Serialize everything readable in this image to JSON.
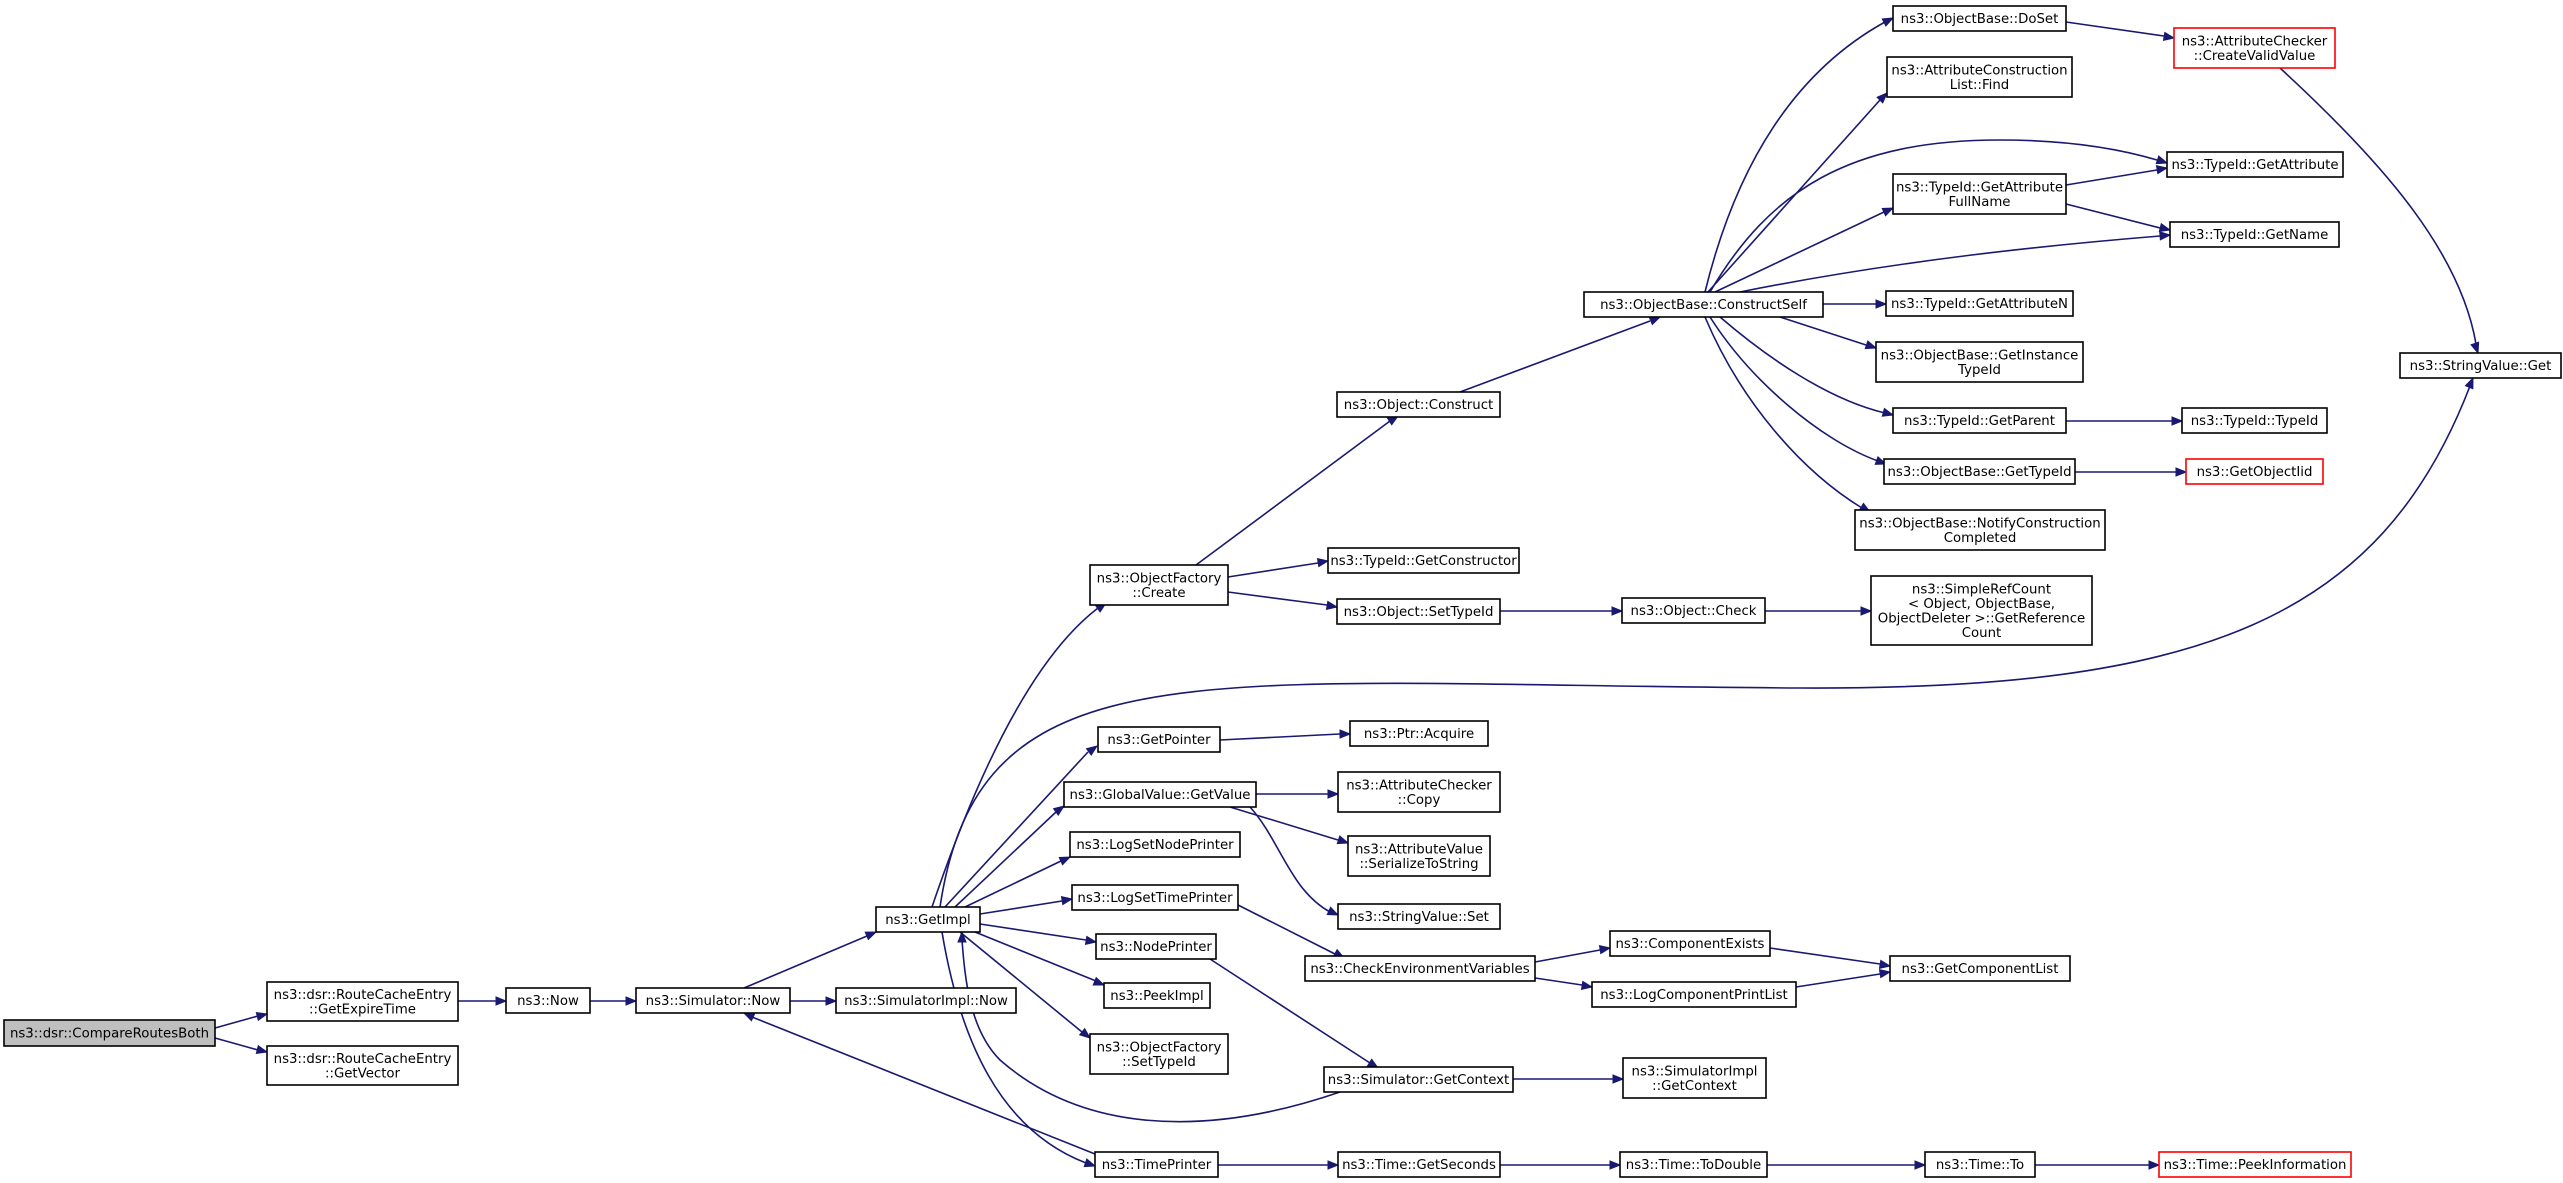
{
  "graph": {
    "root": "root",
    "colors": {
      "edge": "#191970",
      "box_border": "#000000",
      "incomplete_border": "#ff0000",
      "root_fill": "#bfbfbf",
      "background": "#ffffff"
    },
    "nodes": [
      {
        "id": "root",
        "lines": [
          "ns3::dsr::CompareRoutesBoth"
        ]
      },
      {
        "id": "getexpire",
        "lines": [
          "ns3::dsr::RouteCacheEntry",
          "::GetExpireTime"
        ]
      },
      {
        "id": "getvector",
        "lines": [
          "ns3::dsr::RouteCacheEntry",
          "::GetVector"
        ]
      },
      {
        "id": "now",
        "lines": [
          "ns3::Now"
        ]
      },
      {
        "id": "simnow",
        "lines": [
          "ns3::Simulator::Now"
        ]
      },
      {
        "id": "simimplnow",
        "lines": [
          "ns3::SimulatorImpl::Now"
        ]
      },
      {
        "id": "getimpl",
        "lines": [
          "ns3::GetImpl"
        ]
      },
      {
        "id": "objfactorycreate",
        "lines": [
          "ns3::ObjectFactory",
          "::Create"
        ]
      },
      {
        "id": "getpointer",
        "lines": [
          "ns3::GetPointer"
        ]
      },
      {
        "id": "globalgetvalue",
        "lines": [
          "ns3::GlobalValue::GetValue"
        ]
      },
      {
        "id": "logsetnode",
        "lines": [
          "ns3::LogSetNodePrinter"
        ]
      },
      {
        "id": "logsettime",
        "lines": [
          "ns3::LogSetTimePrinter"
        ]
      },
      {
        "id": "nodeprinter",
        "lines": [
          "ns3::NodePrinter"
        ]
      },
      {
        "id": "peekimpl",
        "lines": [
          "ns3::PeekImpl"
        ]
      },
      {
        "id": "objfactorysettypeid",
        "lines": [
          "ns3::ObjectFactory",
          "::SetTypeId"
        ]
      },
      {
        "id": "timeprinter",
        "lines": [
          "ns3::TimePrinter"
        ]
      },
      {
        "id": "objconstruct",
        "lines": [
          "ns3::Object::Construct"
        ]
      },
      {
        "id": "typeidgetconstructor",
        "lines": [
          "ns3::TypeId::GetConstructor"
        ]
      },
      {
        "id": "objsettypeid",
        "lines": [
          "ns3::Object::SetTypeId"
        ]
      },
      {
        "id": "ptracquire",
        "lines": [
          "ns3::Ptr::Acquire"
        ]
      },
      {
        "id": "attrcheckercopy",
        "lines": [
          "ns3::AttributeChecker",
          "::Copy"
        ]
      },
      {
        "id": "attrvalueserialize",
        "lines": [
          "ns3::AttributeValue",
          "::SerializeToString"
        ]
      },
      {
        "id": "stringvalueset",
        "lines": [
          "ns3::StringValue::Set"
        ]
      },
      {
        "id": "checkenv",
        "lines": [
          "ns3::CheckEnvironmentVariables"
        ]
      },
      {
        "id": "simgetcontext",
        "lines": [
          "ns3::Simulator::GetContext"
        ]
      },
      {
        "id": "timegetseconds",
        "lines": [
          "ns3::Time::GetSeconds"
        ]
      },
      {
        "id": "constructself",
        "lines": [
          "ns3::ObjectBase::ConstructSelf"
        ]
      },
      {
        "id": "objcheck",
        "lines": [
          "ns3::Object::Check"
        ]
      },
      {
        "id": "componentexists",
        "lines": [
          "ns3::ComponentExists"
        ]
      },
      {
        "id": "logcompprintlist",
        "lines": [
          "ns3::LogComponentPrintList"
        ]
      },
      {
        "id": "simimplgetcontext",
        "lines": [
          "ns3::SimulatorImpl",
          "::GetContext"
        ]
      },
      {
        "id": "timetodouble",
        "lines": [
          "ns3::Time::ToDouble"
        ]
      },
      {
        "id": "doset",
        "lines": [
          "ns3::ObjectBase::DoSet"
        ]
      },
      {
        "id": "attrconstructfind",
        "lines": [
          "ns3::AttributeConstruction",
          "List::Find"
        ]
      },
      {
        "id": "getattrfullname",
        "lines": [
          "ns3::TypeId::GetAttribute",
          "FullName"
        ]
      },
      {
        "id": "getattributen",
        "lines": [
          "ns3::TypeId::GetAttributeN"
        ]
      },
      {
        "id": "getinstancetypeid",
        "lines": [
          "ns3::ObjectBase::GetInstance",
          "TypeId"
        ]
      },
      {
        "id": "getparent",
        "lines": [
          "ns3::TypeId::GetParent"
        ]
      },
      {
        "id": "objbasegettypeid",
        "lines": [
          "ns3::ObjectBase::GetTypeId"
        ]
      },
      {
        "id": "notifyconstruction",
        "lines": [
          "ns3::ObjectBase::NotifyConstruction",
          "Completed"
        ]
      },
      {
        "id": "simplerefcount",
        "lines": [
          "ns3::SimpleRefCount",
          "< Object, ObjectBase,",
          "ObjectDeleter >::GetReference",
          "Count"
        ]
      },
      {
        "id": "getcomponentlist",
        "lines": [
          "ns3::GetComponentList"
        ]
      },
      {
        "id": "timeto",
        "lines": [
          "ns3::Time::To"
        ]
      },
      {
        "id": "createvalidvalue",
        "lines": [
          "ns3::AttributeChecker",
          "::CreateValidValue"
        ]
      },
      {
        "id": "getattribute",
        "lines": [
          "ns3::TypeId::GetAttribute"
        ]
      },
      {
        "id": "getname",
        "lines": [
          "ns3::TypeId::GetName"
        ]
      },
      {
        "id": "typeidtypeid",
        "lines": [
          "ns3::TypeId::TypeId"
        ]
      },
      {
        "id": "getobjectiid",
        "lines": [
          "ns3::GetObjectIid"
        ]
      },
      {
        "id": "stringvalueget",
        "lines": [
          "ns3::StringValue::Get"
        ]
      },
      {
        "id": "peekinformation",
        "lines": [
          "ns3::Time::PeekInformation"
        ]
      }
    ]
  }
}
